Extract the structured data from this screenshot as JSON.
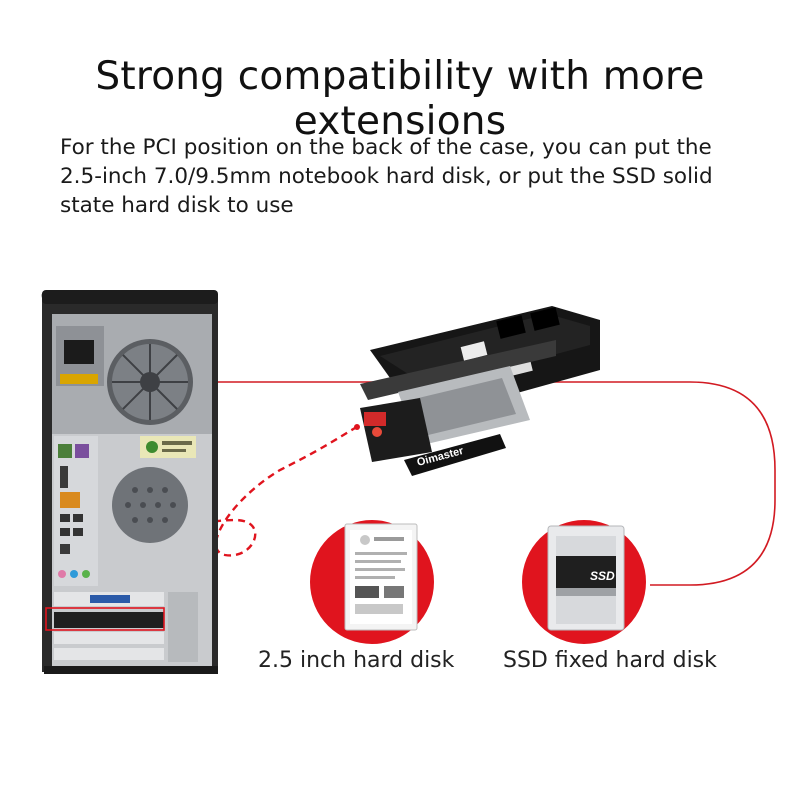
{
  "heading": "Strong compatibility with more extensions",
  "description": "For the PCI position on the back of the case, you can put the 2.5-inch 7.0/9.5mm notebook hard disk, or put the SSD solid state hard disk to use",
  "captions": {
    "hdd": "2.5 inch hard disk",
    "ssd": "SSD fixed hard disk"
  },
  "product": {
    "brand_text": "Oimaster",
    "ssd_label": "SSD"
  },
  "colors": {
    "accent": "#e0141e",
    "case": "#2a2a2a",
    "panel": "#cfd1d3"
  }
}
